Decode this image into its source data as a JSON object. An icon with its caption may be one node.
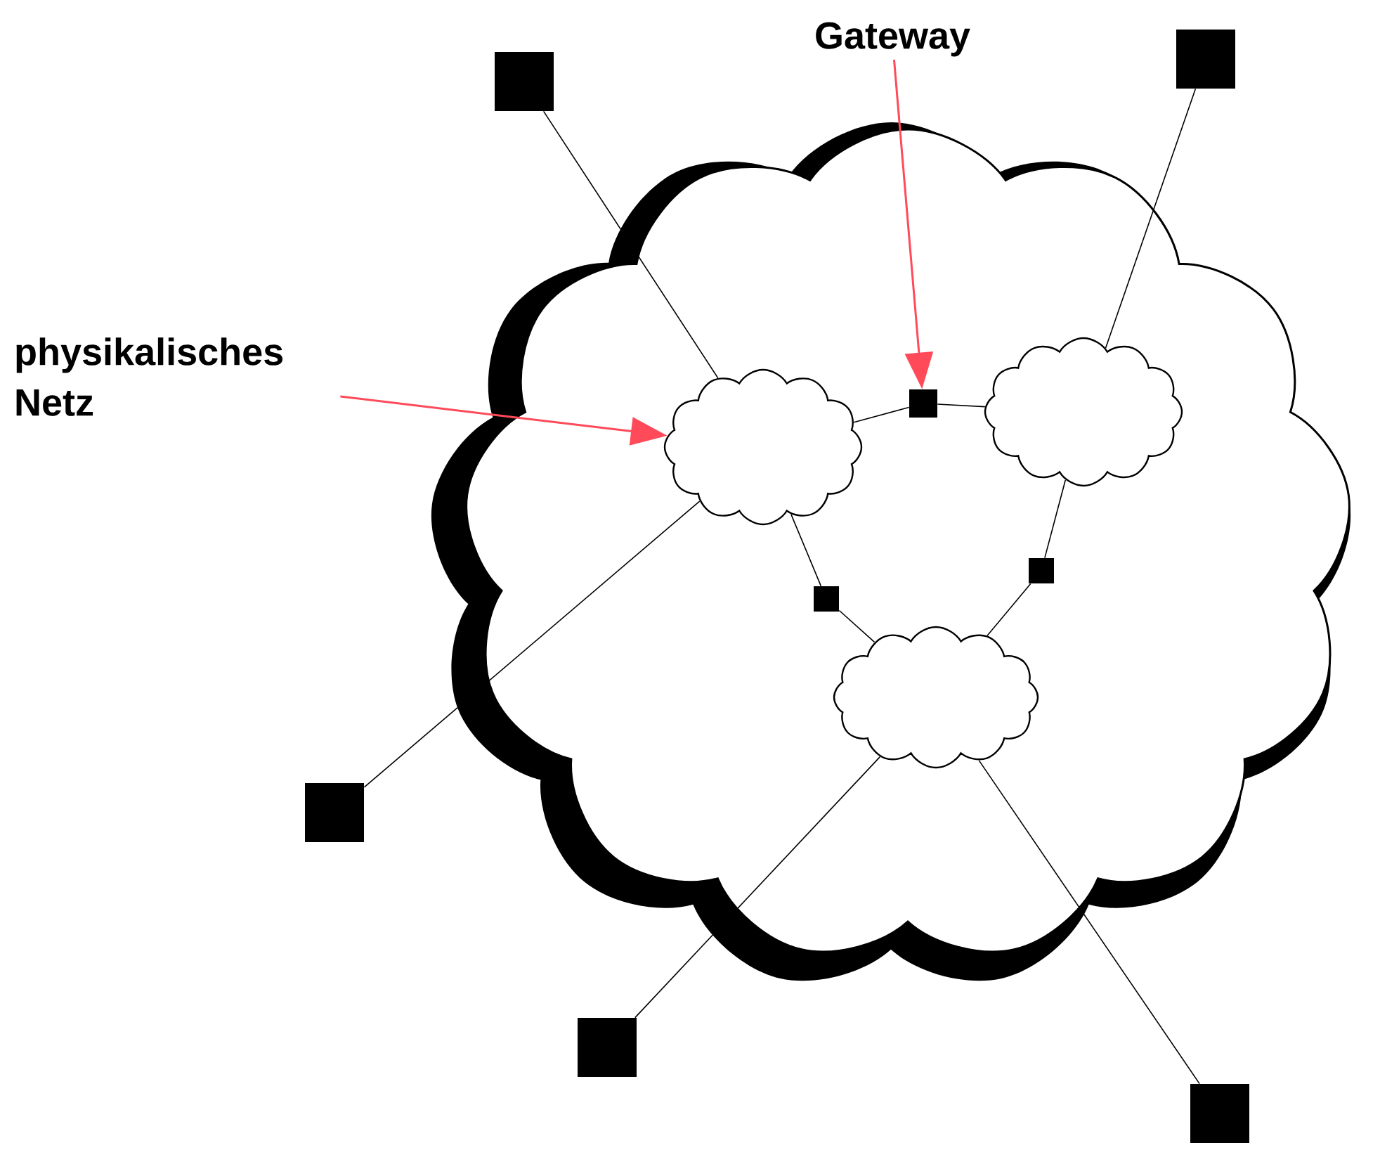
{
  "diagram": {
    "nodes": [
      {
        "text": [
          "physikalisches Netz"
        ]
      },
      {
        "text": [
          "Gateway"
        ]
      },
      {
        "text": [],
        "shape": "cloud"
      },
      {
        "text": [],
        "shape": "cloud",
        "in": 2
      },
      {
        "text": [],
        "shape": "cloud",
        "in": 2
      },
      {
        "text": [],
        "shape": "cloud",
        "in": 2
      },
      {
        "text": [],
        "shape": "box",
        "in": 2
      },
      {
        "text": [],
        "shape": "box",
        "in": 2
      },
      {
        "text": [],
        "shape": "box",
        "in": 2
      },
      {
        "text": [],
        "shape": "box"
      },
      {
        "text": [],
        "shape": "box"
      },
      {
        "text": [],
        "shape": "box"
      },
      {
        "text": [],
        "shape": "box"
      },
      {
        "text": [],
        "shape": "box"
      }
    ],
    "edges": [
      {
        "from": 0,
        "to": 3,
        "arrow": "to",
        "color": "#ff4a5a"
      },
      {
        "from": 1,
        "to": 6,
        "arrow": "to",
        "color": "#ff4a5a"
      },
      {
        "from": 3,
        "to": 6,
        "arrow": "none"
      },
      {
        "from": 6,
        "to": 4,
        "arrow": "none"
      },
      {
        "from": 3,
        "to": 7,
        "arrow": "none"
      },
      {
        "from": 7,
        "to": 5,
        "arrow": "none"
      },
      {
        "from": 4,
        "to": 8,
        "arrow": "none"
      },
      {
        "from": 8,
        "to": 5,
        "arrow": "none"
      },
      {
        "from": 9,
        "to": 3,
        "arrow": "none"
      },
      {
        "from": 10,
        "to": 4,
        "arrow": "none"
      },
      {
        "from": 11,
        "to": 3,
        "arrow": "none"
      },
      {
        "from": 12,
        "to": 5,
        "arrow": "none"
      },
      {
        "from": 13,
        "to": 5,
        "arrow": "none"
      }
    ]
  }
}
